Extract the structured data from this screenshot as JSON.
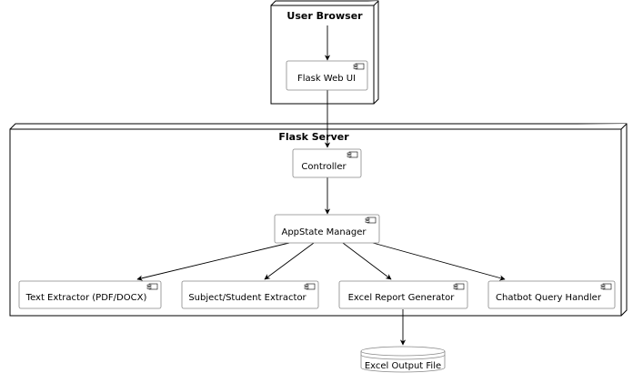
{
  "nodes": {
    "browser": {
      "title": "User Browser"
    },
    "server": {
      "title": "Flask Server"
    }
  },
  "components": {
    "flask_ui": "Flask Web UI",
    "controller": "Controller",
    "appstate": "AppState Manager",
    "text_extractor": "Text Extractor (PDF/DOCX)",
    "subject_extractor": "Subject/Student Extractor",
    "excel_generator": "Excel Report Generator",
    "chatbot_handler": "Chatbot Query Handler"
  },
  "database": {
    "label": "Excel Output File"
  },
  "icons": {
    "component": "component-icon",
    "database": "cylinder-icon"
  },
  "colors": {
    "stroke": "#000000",
    "component_border": "#888888",
    "background": "#ffffff"
  }
}
